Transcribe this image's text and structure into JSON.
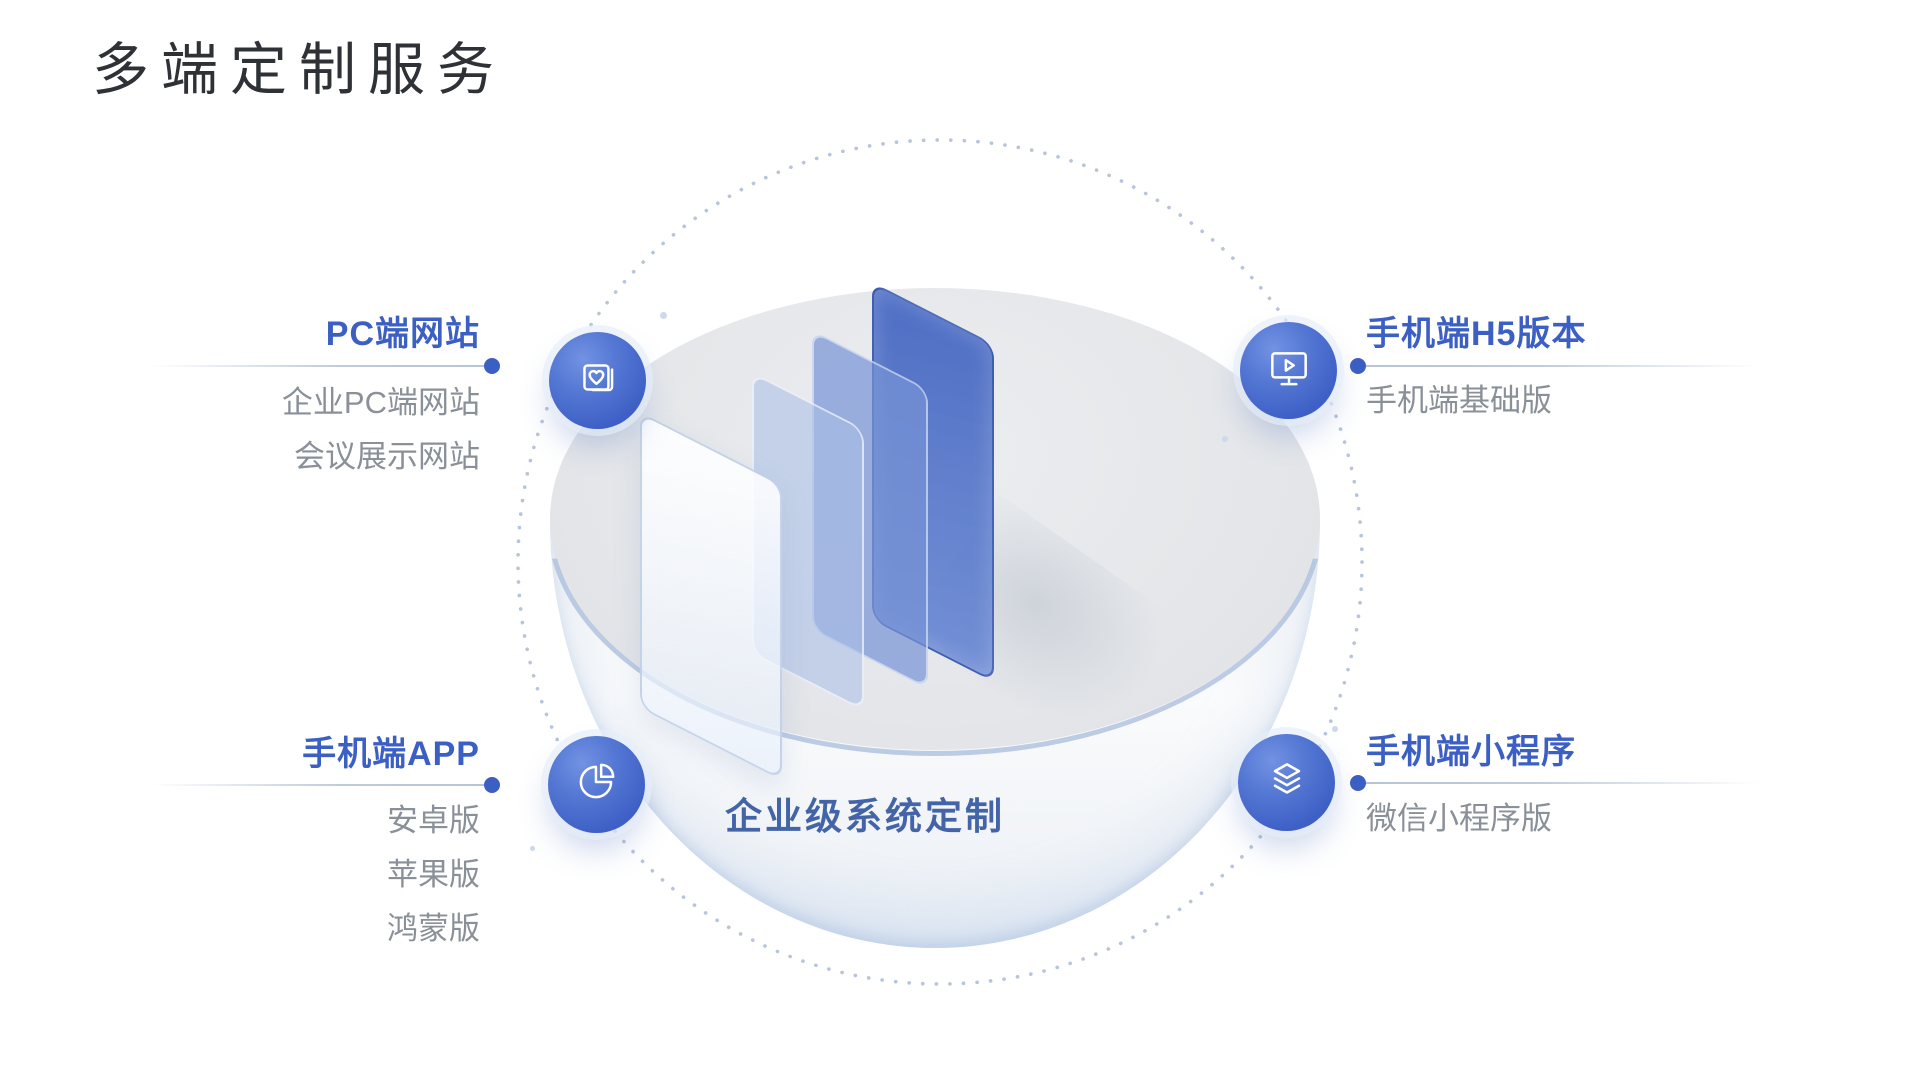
{
  "header": {
    "title": "多端定制服务"
  },
  "center": {
    "label": "企业级系统定制"
  },
  "callouts": [
    {
      "id": "pc-website",
      "side": "top-left",
      "icon": "cards-heart-icon",
      "title": "PC端网站",
      "items": [
        "企业PC端网站",
        "会议展示网站"
      ]
    },
    {
      "id": "mobile-h5",
      "side": "top-right",
      "icon": "monitor-play-icon",
      "title": "手机端H5版本",
      "items": [
        "手机端基础版"
      ]
    },
    {
      "id": "mobile-app",
      "side": "bottom-left",
      "icon": "pie-chart-icon",
      "title": "手机端APP",
      "items": [
        "安卓版",
        "苹果版",
        "鸿蒙版"
      ]
    },
    {
      "id": "mini-program",
      "side": "bottom-right",
      "icon": "layers-icon",
      "title": "手机端小程序",
      "items": [
        "微信小程序版"
      ]
    }
  ],
  "colors": {
    "title_dark": "#2e3237",
    "accent_blue": "#3c5fc3",
    "subtext_gray": "#8a9099",
    "center_label_blue": "#4365a8",
    "connector_line_gray": "#b7c3d6",
    "ring_dot_blue_gray": "#b7c4db",
    "icon_gradient_start": "#7292e2",
    "icon_gradient_end": "#3a5abc",
    "bowl_gray": "#e5e7ea"
  }
}
